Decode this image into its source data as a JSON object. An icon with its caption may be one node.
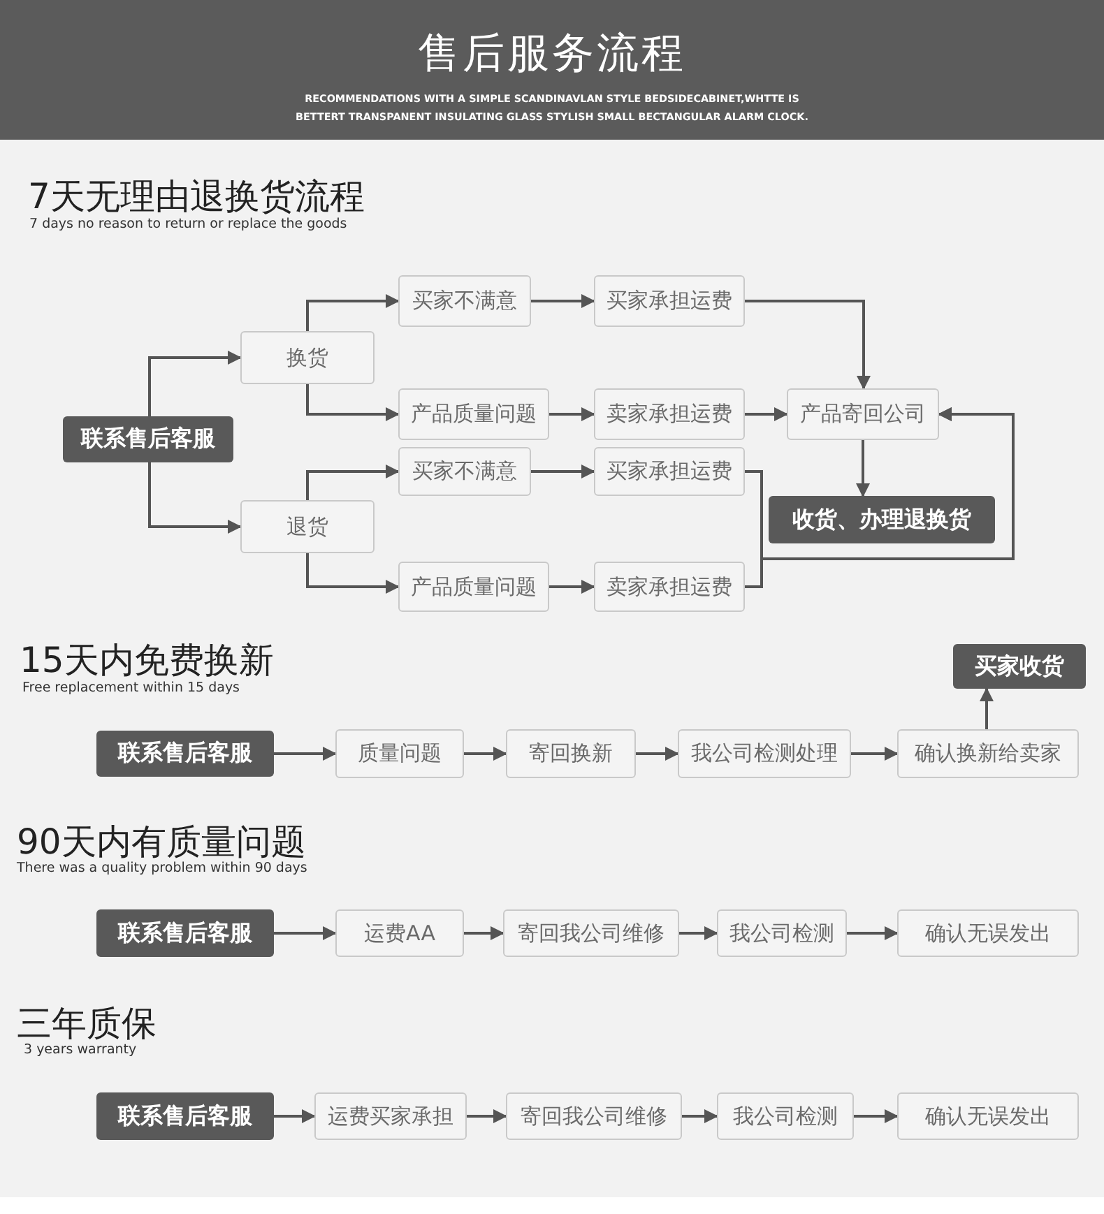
{
  "diagram": {
    "title": "售后服务流程",
    "nodes": [
      {
        "text": [
          "联系售后客服"
        ]
      },
      {
        "text": [
          "换货"
        ]
      },
      {
        "text": [
          "退货"
        ]
      },
      {
        "text": [
          "买家不满意"
        ]
      },
      {
        "text": [
          "买家承担运费"
        ]
      },
      {
        "text": [
          "产品质量问题"
        ]
      },
      {
        "text": [
          "卖家承担运费"
        ]
      },
      {
        "text": [
          "产品寄回公司"
        ]
      },
      {
        "text": [
          "买家不满意"
        ]
      },
      {
        "text": [
          "买家承担运费"
        ]
      },
      {
        "text": [
          "收货、办理退换货"
        ]
      },
      {
        "text": [
          "产品质量问题"
        ]
      },
      {
        "text": [
          "卖家承担运费"
        ]
      },
      {
        "text": [
          "联系售后客服"
        ]
      },
      {
        "text": [
          "质量问题"
        ]
      },
      {
        "text": [
          "寄回换新"
        ]
      },
      {
        "text": [
          "我公司检测处理"
        ]
      },
      {
        "text": [
          "确认换新给卖家"
        ]
      },
      {
        "text": [
          "买家收货"
        ]
      },
      {
        "text": [
          "联系售后客服"
        ]
      },
      {
        "text": [
          "运费AA"
        ]
      },
      {
        "text": [
          "寄回我公司维修"
        ]
      },
      {
        "text": [
          "我公司检测"
        ]
      },
      {
        "text": [
          "确认无误发出"
        ]
      },
      {
        "text": [
          "联系售后客服"
        ]
      },
      {
        "text": [
          "运费买家承担"
        ]
      },
      {
        "text": [
          "寄回我公司维修"
        ]
      },
      {
        "text": [
          "我公司检测"
        ]
      },
      {
        "text": [
          "确认无误发出"
        ]
      }
    ],
    "edges": [
      {
        "from": 0,
        "to": 1,
        "arrow": "to"
      },
      {
        "from": 0,
        "to": 2,
        "arrow": "to"
      },
      {
        "from": 1,
        "to": 3,
        "arrow": "to"
      },
      {
        "from": 1,
        "to": 5,
        "arrow": "to"
      },
      {
        "from": 3,
        "to": 4,
        "arrow": "to"
      },
      {
        "from": 5,
        "to": 6,
        "arrow": "to"
      },
      {
        "from": 4,
        "to": 7,
        "arrow": "to"
      },
      {
        "from": 6,
        "to": 7,
        "arrow": "to"
      },
      {
        "from": 7,
        "to": 10,
        "arrow": "to"
      },
      {
        "from": 2,
        "to": 8,
        "arrow": "to"
      },
      {
        "from": 2,
        "to": 11,
        "arrow": "to"
      },
      {
        "from": 8,
        "to": 9,
        "arrow": "to"
      },
      {
        "from": 11,
        "to": 12,
        "arrow": "to"
      },
      {
        "from": 9,
        "to": 7,
        "arrow": "to"
      },
      {
        "from": 12,
        "to": 7,
        "arrow": "to"
      },
      {
        "from": 13,
        "to": 14,
        "arrow": "to"
      },
      {
        "from": 14,
        "to": 15,
        "arrow": "to"
      },
      {
        "from": 15,
        "to": 16,
        "arrow": "to"
      },
      {
        "from": 16,
        "to": 17,
        "arrow": "to"
      },
      {
        "from": 17,
        "to": 18,
        "arrow": "to"
      },
      {
        "from": 19,
        "to": 20,
        "arrow": "to"
      },
      {
        "from": 20,
        "to": 21,
        "arrow": "to"
      },
      {
        "from": 21,
        "to": 22,
        "arrow": "to"
      },
      {
        "from": 22,
        "to": 23,
        "arrow": "to"
      },
      {
        "from": 24,
        "to": 25,
        "arrow": "to"
      },
      {
        "from": 25,
        "to": 26,
        "arrow": "to"
      },
      {
        "from": 26,
        "to": 27,
        "arrow": "to"
      },
      {
        "from": 27,
        "to": 28,
        "arrow": "to"
      }
    ],
    "labels": [
      "RECOMMENDATIONS WITH A SIMPLE SCANDINAVLAN STYLE BEDSIDECABINET,WHTTE IS BETTERT TRANSPANENT INSULATING GLASS STYLISH SMALL BECTANGULAR ALARM CLOCK.",
      "7天无理由退换货流程",
      "7 days no reason to return or replace the goods",
      "15天内免费换新",
      "Free replacement within 15 days",
      "90天内有质量问题",
      "There was a quality problem within 90 days",
      "三年质保",
      "3 years warranty"
    ]
  }
}
